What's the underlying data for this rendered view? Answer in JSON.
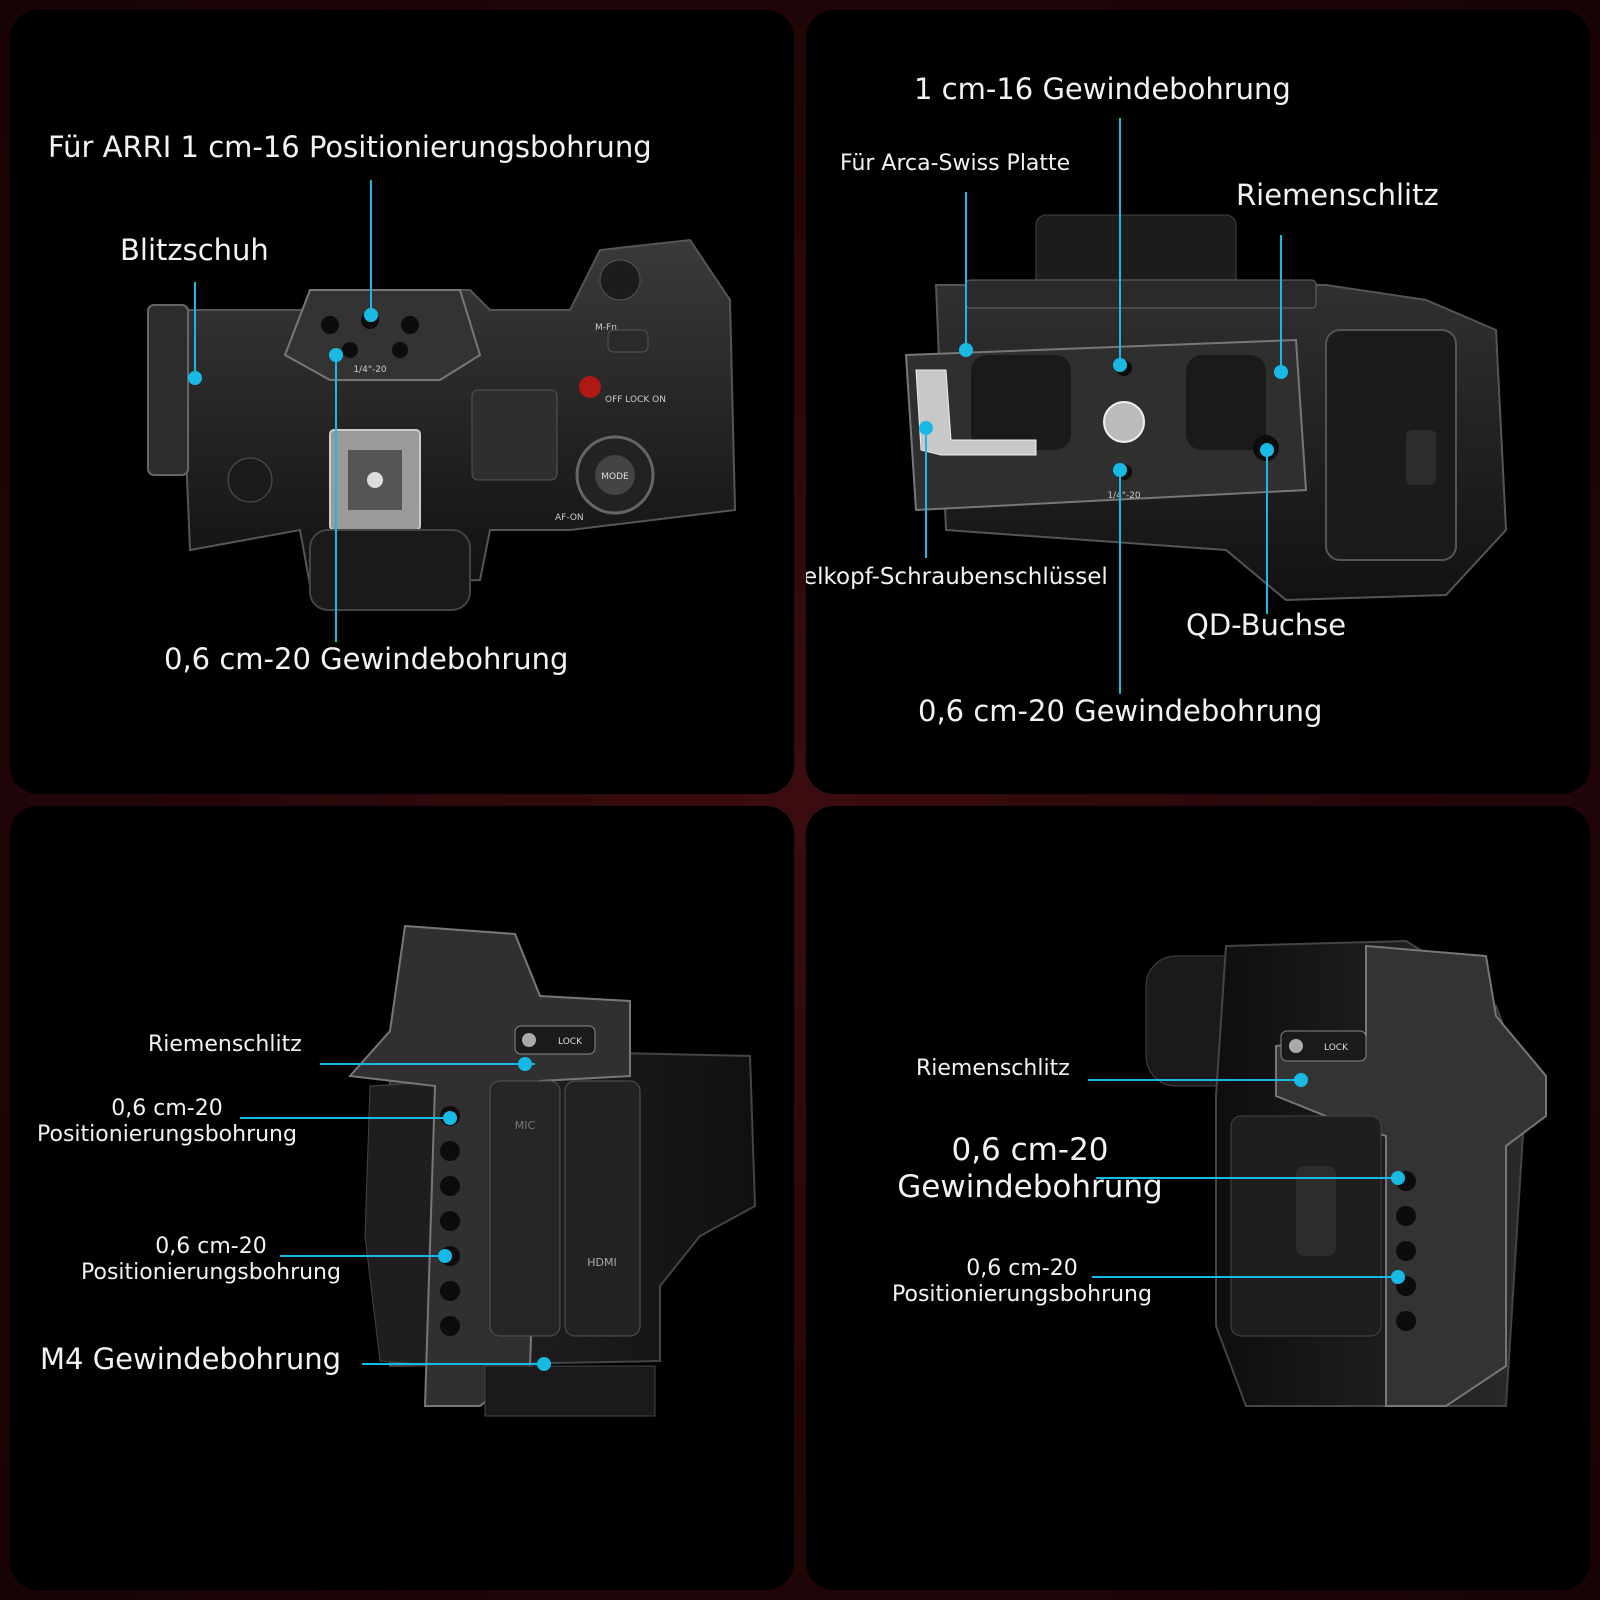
{
  "colors": {
    "accent": "#19b9e6",
    "background": "#000000",
    "frame": "#2a0709"
  },
  "panel_top_left": {
    "arri_hole": "Für ARRI 1 cm-16 Positionierungsbohrung",
    "hot_shoe": "Blitzschuh",
    "thread_hole": "0,6 cm-20 Gewindebohrung",
    "cage_engraving": "1/4\"-20",
    "camera_marks": {
      "mfn": "M-Fn",
      "off_lock_on": "OFF LOCK ON",
      "mode": "MODE",
      "af_on": "AF-ON"
    }
  },
  "panel_top_right": {
    "thread_hole_top": "1 cm-16 Gewindebohrung",
    "arca_plate": "Für Arca-Swiss Platte",
    "strap_slot": "Riemenschlitz",
    "wrench": "Doppelkopf-Schraubenschlüssel",
    "qd_socket": "QD-Buchse",
    "thread_hole_bottom": "0,6 cm-20 Gewindebohrung",
    "cage_engraving": "1/4\"-20"
  },
  "panel_bottom_left": {
    "strap_slot": "Riemenschlitz",
    "pos_hole_1": [
      "0,6 cm-20",
      "Positionierungsbohrung"
    ],
    "pos_hole_2": [
      "0,6 cm-20",
      "Positionierungsbohrung"
    ],
    "m4_hole": "M4 Gewindebohrung",
    "lock_label": "LOCK",
    "port_marks": {
      "mic": "MIC",
      "hdmi": "HDMI"
    }
  },
  "panel_bottom_right": {
    "strap_slot": "Riemenschlitz",
    "thread_hole": [
      "0,6 cm-20",
      "Gewindebohrung"
    ],
    "pos_hole": [
      "0,6 cm-20",
      "Positionierungsbohrung"
    ],
    "lock_label": "LOCK"
  }
}
